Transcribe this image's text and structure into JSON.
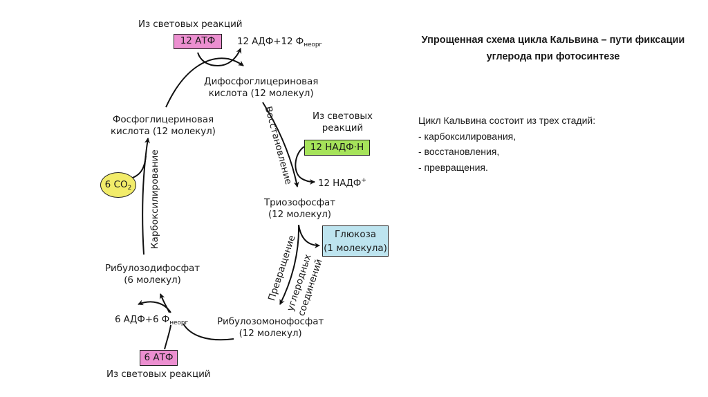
{
  "slide": {
    "title": "Упрощенная схема цикла Кальвина – пути фиксации углерода при фотосинтезе",
    "description": {
      "intro": "Цикл Кальвина состоит из трех стадий:",
      "stages": [
        "- карбоксилирования,",
        "- восстановления,",
        "- превращения."
      ]
    }
  },
  "diagram": {
    "top_source": "Из световых реакций",
    "atp12": "12 АТФ",
    "adp12_main": "12 АДФ+12 Ф",
    "adp12_sub": "неорг",
    "dpga": [
      "Дифосфоглицериновая",
      "кислота (12 молекул)"
    ],
    "pga": [
      "Фосфоглицериновая",
      "кислота (12 молекул)"
    ],
    "nadph_source": [
      "Из световых",
      "реакций"
    ],
    "nadph": "12 НАДФ·Н",
    "nadp_main": "12 НАДФ",
    "nadp_sup": "+",
    "reduction": "Восстановление",
    "carboxylation": "Карбоксилирование",
    "co2_main": "6 CO",
    "co2_sub": "2",
    "triose": [
      "Триозофосфат",
      "(12 молекул)"
    ],
    "glucose": [
      "Глюкоза",
      "(1 молекула)"
    ],
    "conversion": [
      "Превращение",
      "углеродных",
      "соединений"
    ],
    "rubp": [
      "Рибулозодифосфат",
      "(6 молекул)"
    ],
    "adp6_main": "6 АДФ+6 Ф",
    "adp6_sub": "неорг",
    "rump": [
      "Рибулозомонофосфат",
      "(12 молекул)"
    ],
    "atp6": "6 АТФ",
    "bottom_source": "Из световых реакций"
  },
  "colors": {
    "atp_box": "#ec8fd0",
    "nadph_box": "#a6e35a",
    "glucose_box": "#bde4ef",
    "co2_ellipse": "#f2ec6a"
  }
}
